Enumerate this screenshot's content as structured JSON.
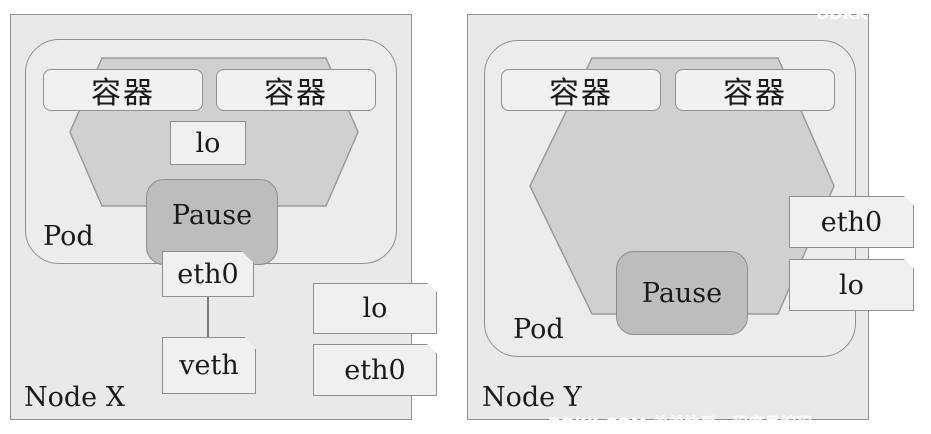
{
  "node_x": {
    "label": "Node X",
    "pod_label": "Pod",
    "containers": [
      "容器",
      "容器"
    ],
    "lo": "lo",
    "pause": "Pause",
    "eth0": "eth0",
    "veth": "veth",
    "host_lo": "lo",
    "host_eth0": "eth0"
  },
  "node_y": {
    "label": "Node Y",
    "pod_label": "Pod",
    "containers": [
      "容器",
      "容器"
    ],
    "pause": "Pause",
    "eth0": "eth0",
    "lo": "lo"
  },
  "colors": {
    "node_fill": "#e9e9e9",
    "hexagon_fill": "#d0d0d0",
    "pause_fill": "#bdbdbd",
    "stroke": "#8f8f8f"
  },
  "watermark": {
    "top_right": "DDKK",
    "bottom": "DDKK.COM 弟弟快看，程序员编程"
  }
}
